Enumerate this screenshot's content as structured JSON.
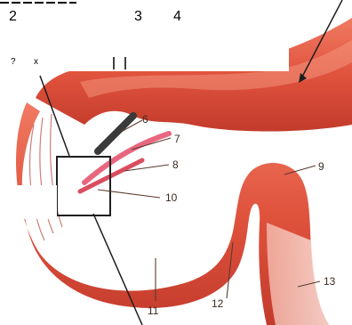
{
  "overlay": {
    "numbers": [
      "2",
      "3",
      "4"
    ],
    "small_marks": [
      "?",
      "x"
    ]
  },
  "labels": [
    "6",
    "7",
    "8",
    "9",
    "10",
    "11",
    "12",
    "13"
  ]
}
